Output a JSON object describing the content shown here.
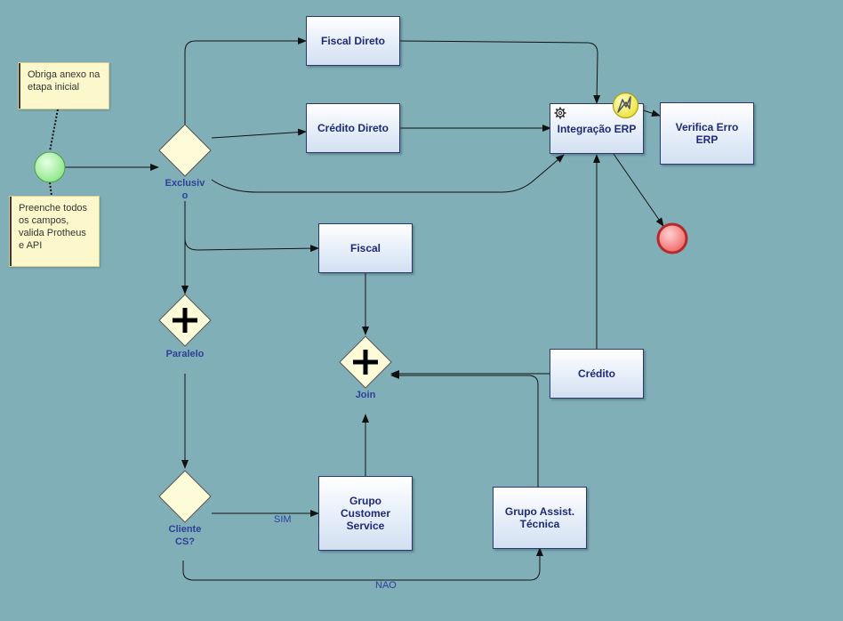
{
  "notes": {
    "anexo": "Obriga anexo na etapa inicial",
    "preenche": "Preenche todos os campos, valida Protheus e API"
  },
  "tasks": {
    "fiscal_direto": "Fiscal Direto",
    "credito_direto": "Crédito Direto",
    "integracao_erp": "Integração ERP",
    "verifica_erro": "Verifica Erro ERP",
    "fiscal": "Fiscal",
    "credito": "Crédito",
    "grupo_cs": "Grupo Customer Service",
    "grupo_assist": "Grupo Assist. Técnica"
  },
  "gateways": {
    "exclusivo": "Exclusiv o",
    "paralelo": "Paralelo",
    "join": "Join",
    "cliente_cs": "Cliente CS?"
  },
  "flows": {
    "sim": "SIM",
    "nao": "NÃO"
  },
  "colors": {
    "background": "#81afb8",
    "task_text": "#1d2a7a",
    "label_text": "#2f3f9a",
    "start_event": "#9ef09a",
    "end_event": "#f27a7a",
    "gateway_fill": "#fdfbd8",
    "note_fill": "#fcf8cc",
    "error_event": "#f3ef4a"
  },
  "icons": {
    "gear": "service-gear-icon",
    "error": "error-boundary-icon",
    "parallel": "parallel-plus-icon"
  }
}
